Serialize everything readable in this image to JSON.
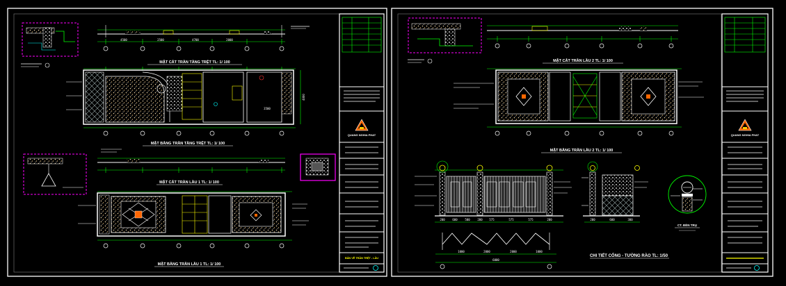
{
  "colors": {
    "background": "#000000",
    "frame": "#ffffff",
    "wall": "#ffffff",
    "dimension": "#00ff00",
    "magenta": "#ff00ff",
    "yellow": "#ffff00",
    "green": "#00ff00",
    "cyan": "#00ffff",
    "red": "#ff3030",
    "logo": "#ff6600"
  },
  "sheet1": {
    "titles": {
      "section_ground": "MẶT CẮT TRẦN TẦNG TRỆT   TL: 1/ 100",
      "plan_ground": "MẶT BẰNG TRẦN TẦNG TRỆT   TL: 1/ 100",
      "section_floor1": "MẶT CẮT TRẦN LẦU 1   TL: 1/ 100",
      "plan_floor1": "MẶT BẰNG TRẦN LẦU 1   TL: 1/ 100"
    },
    "dims": {
      "top_row": [
        "4500",
        "2500",
        "4700",
        "2000"
      ],
      "plan_width": "4000",
      "plan_room": "3500"
    },
    "titleblock": {
      "company": "QUANG NGHIA PHAT",
      "drawing_title": "BẢN VẼ TRẦN TRỆT - LẦU"
    }
  },
  "sheet2": {
    "titles": {
      "section_floor2": "MẶT CẮT TRẦN LẦU 2   TL: 1/ 100",
      "plan_floor2": "MẶT BẰNG TRẦN LẦU 2   TL: 1/ 100",
      "gate_detail": "CHI TIẾT CỔNG - TƯỜNG RÀO   TL: 1/50",
      "lamp_detail": "CT. ĐÈN TRỤ"
    },
    "dims": {
      "gate_bottom": [
        "200",
        "600",
        "500",
        "200",
        "575",
        "575",
        "575",
        "200"
      ],
      "fence_bottom": [
        "1000",
        "2000",
        "2000",
        "1000"
      ],
      "fence_total": "6000",
      "side_bottom": [
        "200",
        "600",
        "300"
      ]
    },
    "titleblock": {
      "company": "QUANG NGHIA PHAT"
    }
  }
}
